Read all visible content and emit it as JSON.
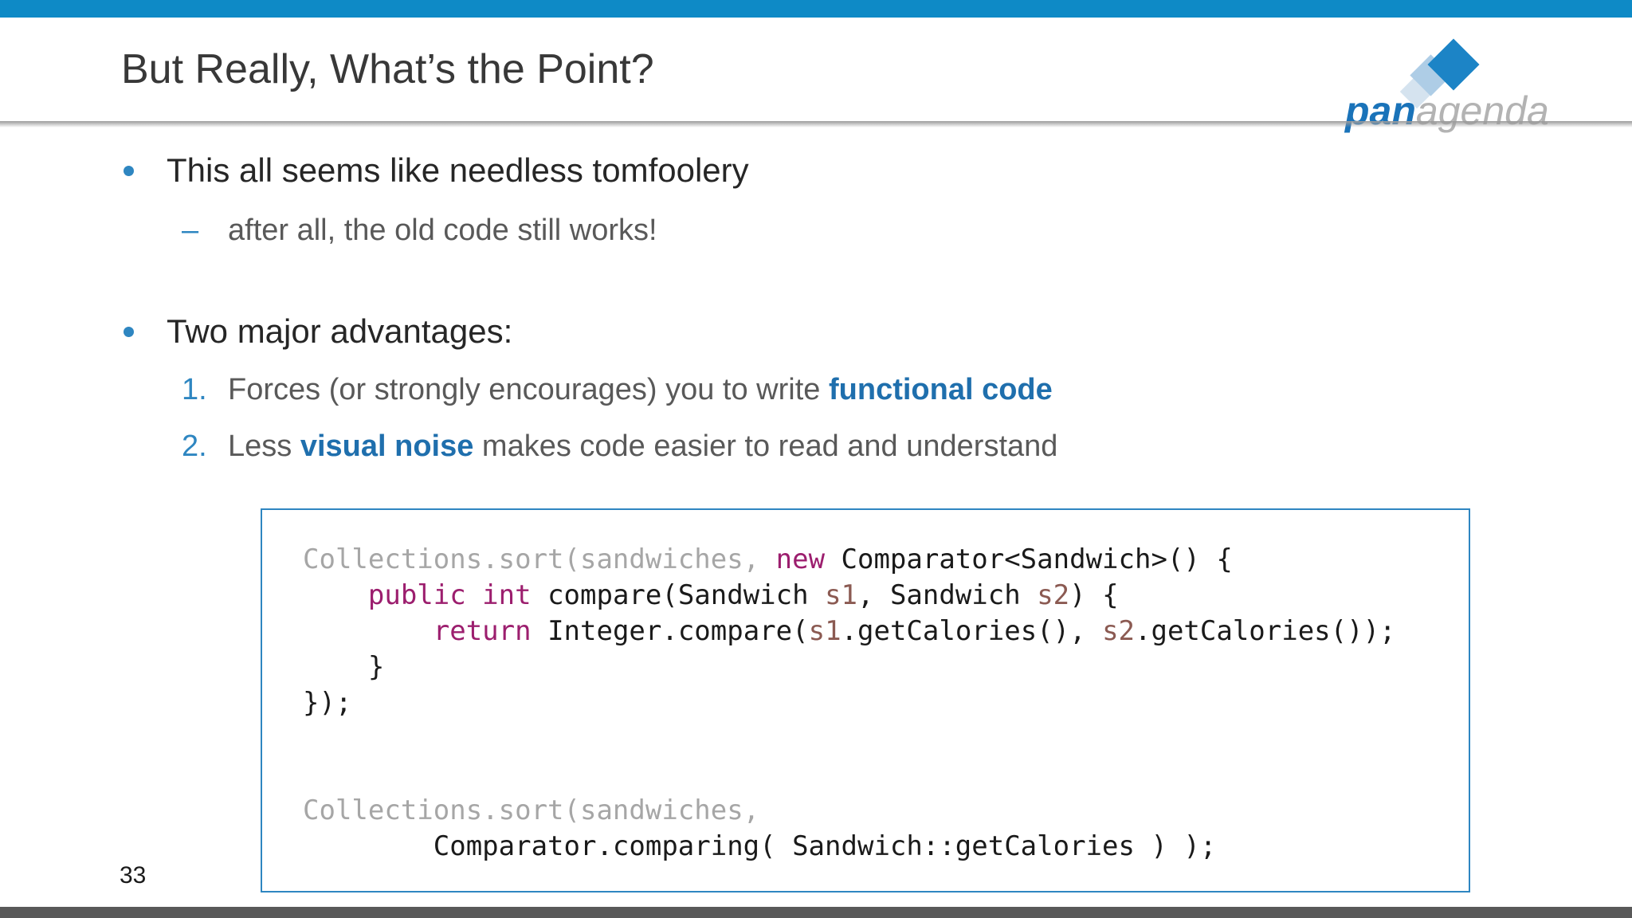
{
  "header": {
    "title": "But Really, What’s the Point?"
  },
  "logo": {
    "pan": "pan",
    "agenda": "agenda"
  },
  "content": {
    "bullet1": "This all seems like needless tomfoolery",
    "sub1": {
      "marker": "–",
      "text": "after all, the old code still works!"
    },
    "bullet2": "Two major advantages:",
    "item1": {
      "marker": "1.",
      "pre": "Forces (or strongly encourages) you to write ",
      "bold": "functional code"
    },
    "item2": {
      "marker": "2.",
      "pre": "Less ",
      "bold": "visual noise",
      "post": " makes code easier to read and understand"
    }
  },
  "code": {
    "lines": [
      [
        {
          "t": "Collections.sort(sandwiches, ",
          "c": "g"
        },
        {
          "t": "new",
          "c": "k"
        },
        {
          "t": " Comparator<Sandwich>() {",
          "c": "p"
        }
      ],
      [
        {
          "t": "    ",
          "c": "p"
        },
        {
          "t": "public int",
          "c": "k"
        },
        {
          "t": " compare(Sandwich ",
          "c": "p"
        },
        {
          "t": "s1",
          "c": "v"
        },
        {
          "t": ", Sandwich ",
          "c": "p"
        },
        {
          "t": "s2",
          "c": "v"
        },
        {
          "t": ") {",
          "c": "p"
        }
      ],
      [
        {
          "t": "        ",
          "c": "p"
        },
        {
          "t": "return",
          "c": "k"
        },
        {
          "t": " Integer.compare(",
          "c": "p"
        },
        {
          "t": "s1",
          "c": "v"
        },
        {
          "t": ".getCalories(), ",
          "c": "p"
        },
        {
          "t": "s2",
          "c": "v"
        },
        {
          "t": ".getCalories());",
          "c": "p"
        }
      ],
      [
        {
          "t": "    }",
          "c": "p"
        }
      ],
      [
        {
          "t": "});",
          "c": "p"
        }
      ],
      [],
      [],
      [
        {
          "t": "Collections.sort(sandwiches,",
          "c": "g"
        }
      ],
      [
        {
          "t": "        Comparator.comparing( Sandwich::getCalories ) );",
          "c": "p"
        }
      ]
    ]
  },
  "footer": {
    "page_number": "33"
  },
  "colors": {
    "top_bar": "#0e8ac6",
    "accent_blue": "#2e86c1",
    "bold_blue": "#1f6fad",
    "keyword_magenta": "#9c1e6e",
    "variable_brown": "#8b5a52",
    "code_gray": "#a6a6a6",
    "text_gray": "#595959",
    "text_dark": "#262626",
    "logo_blue": "#1a73b9",
    "logo_gray": "#b3b3b3",
    "bottom_bar": "#595959",
    "code_border": "#2e86c1"
  }
}
